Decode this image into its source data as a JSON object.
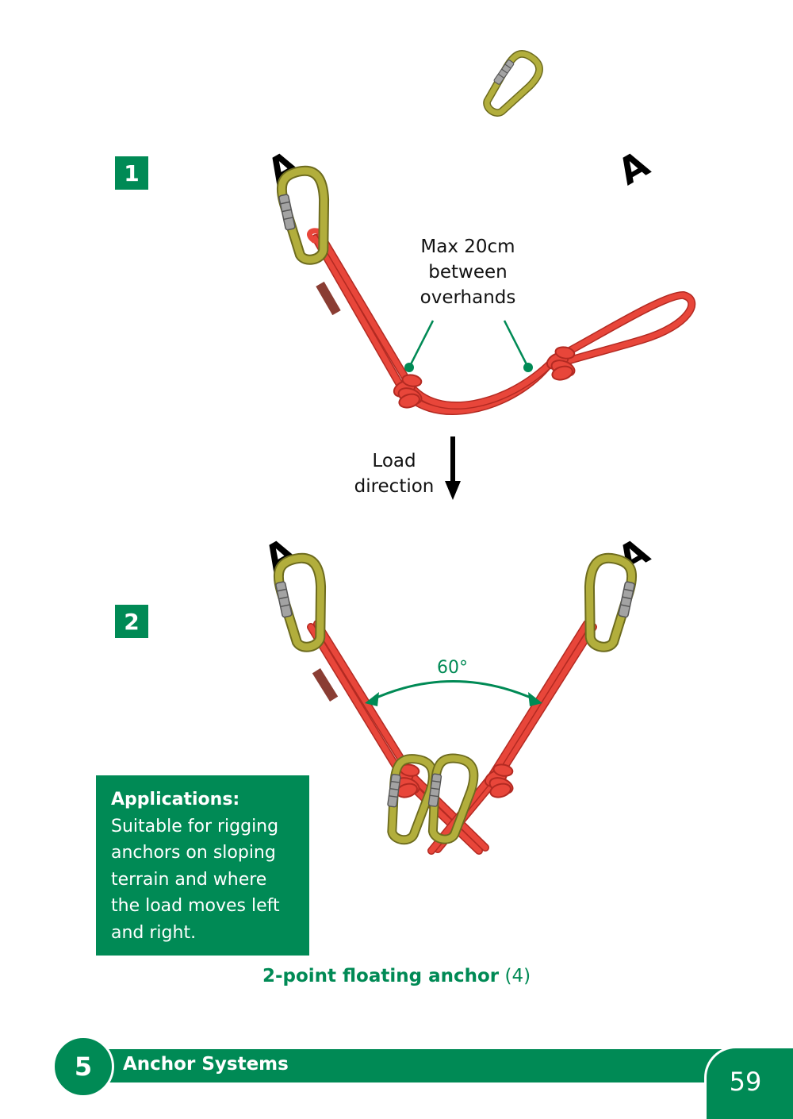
{
  "step_badges": {
    "step1": "1",
    "step2": "2"
  },
  "anchor_marks": {
    "letter": "A"
  },
  "annotations": {
    "max_distance": [
      "Max 20cm",
      "between",
      "overhands"
    ],
    "load_direction": [
      "Load",
      "direction"
    ],
    "angle": "60°"
  },
  "applications": {
    "title": "Applications:",
    "lines": [
      "Suitable for rigging",
      "anchors on sloping",
      "terrain and where",
      "the load moves left",
      "and right."
    ]
  },
  "caption": {
    "main": "2-point floating anchor",
    "ref": "(4)"
  },
  "footer": {
    "chapter_number": "5",
    "chapter_title": "Anchor Systems",
    "page_number": "59"
  },
  "colors": {
    "brand_green": "#008a55",
    "rope_red": "#e8463a",
    "rope_outline": "#b32a22",
    "carabiner_olive": "#a9a63a",
    "gate_grey": "#9a9a9a"
  }
}
